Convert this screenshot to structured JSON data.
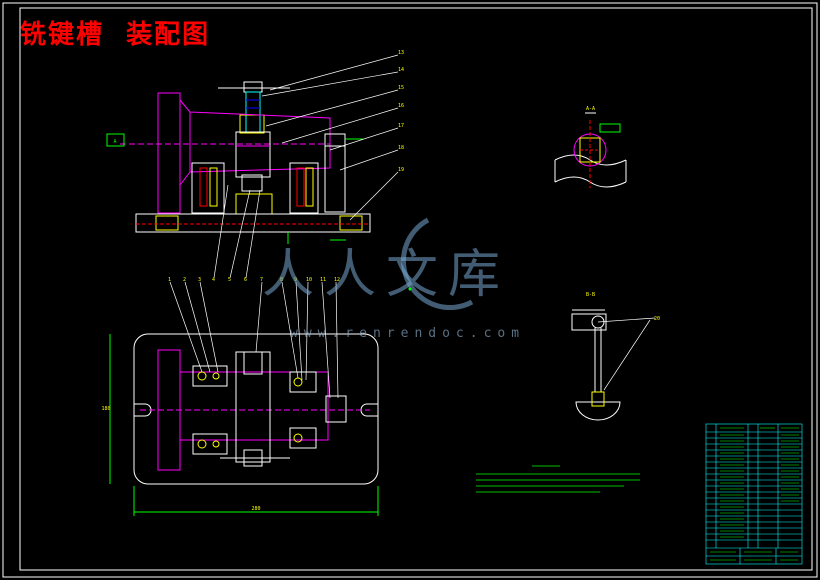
{
  "title": "铣键槽  装配图",
  "watermark": {
    "main": "人人文库",
    "url": "www.renrendoc.com"
  },
  "colors": {
    "frame": "#ffffff",
    "part": "#ff00ff",
    "dimension": "#00ff00",
    "table": "#00ffff",
    "title": "#ff0000",
    "label": "#ffff00"
  }
}
